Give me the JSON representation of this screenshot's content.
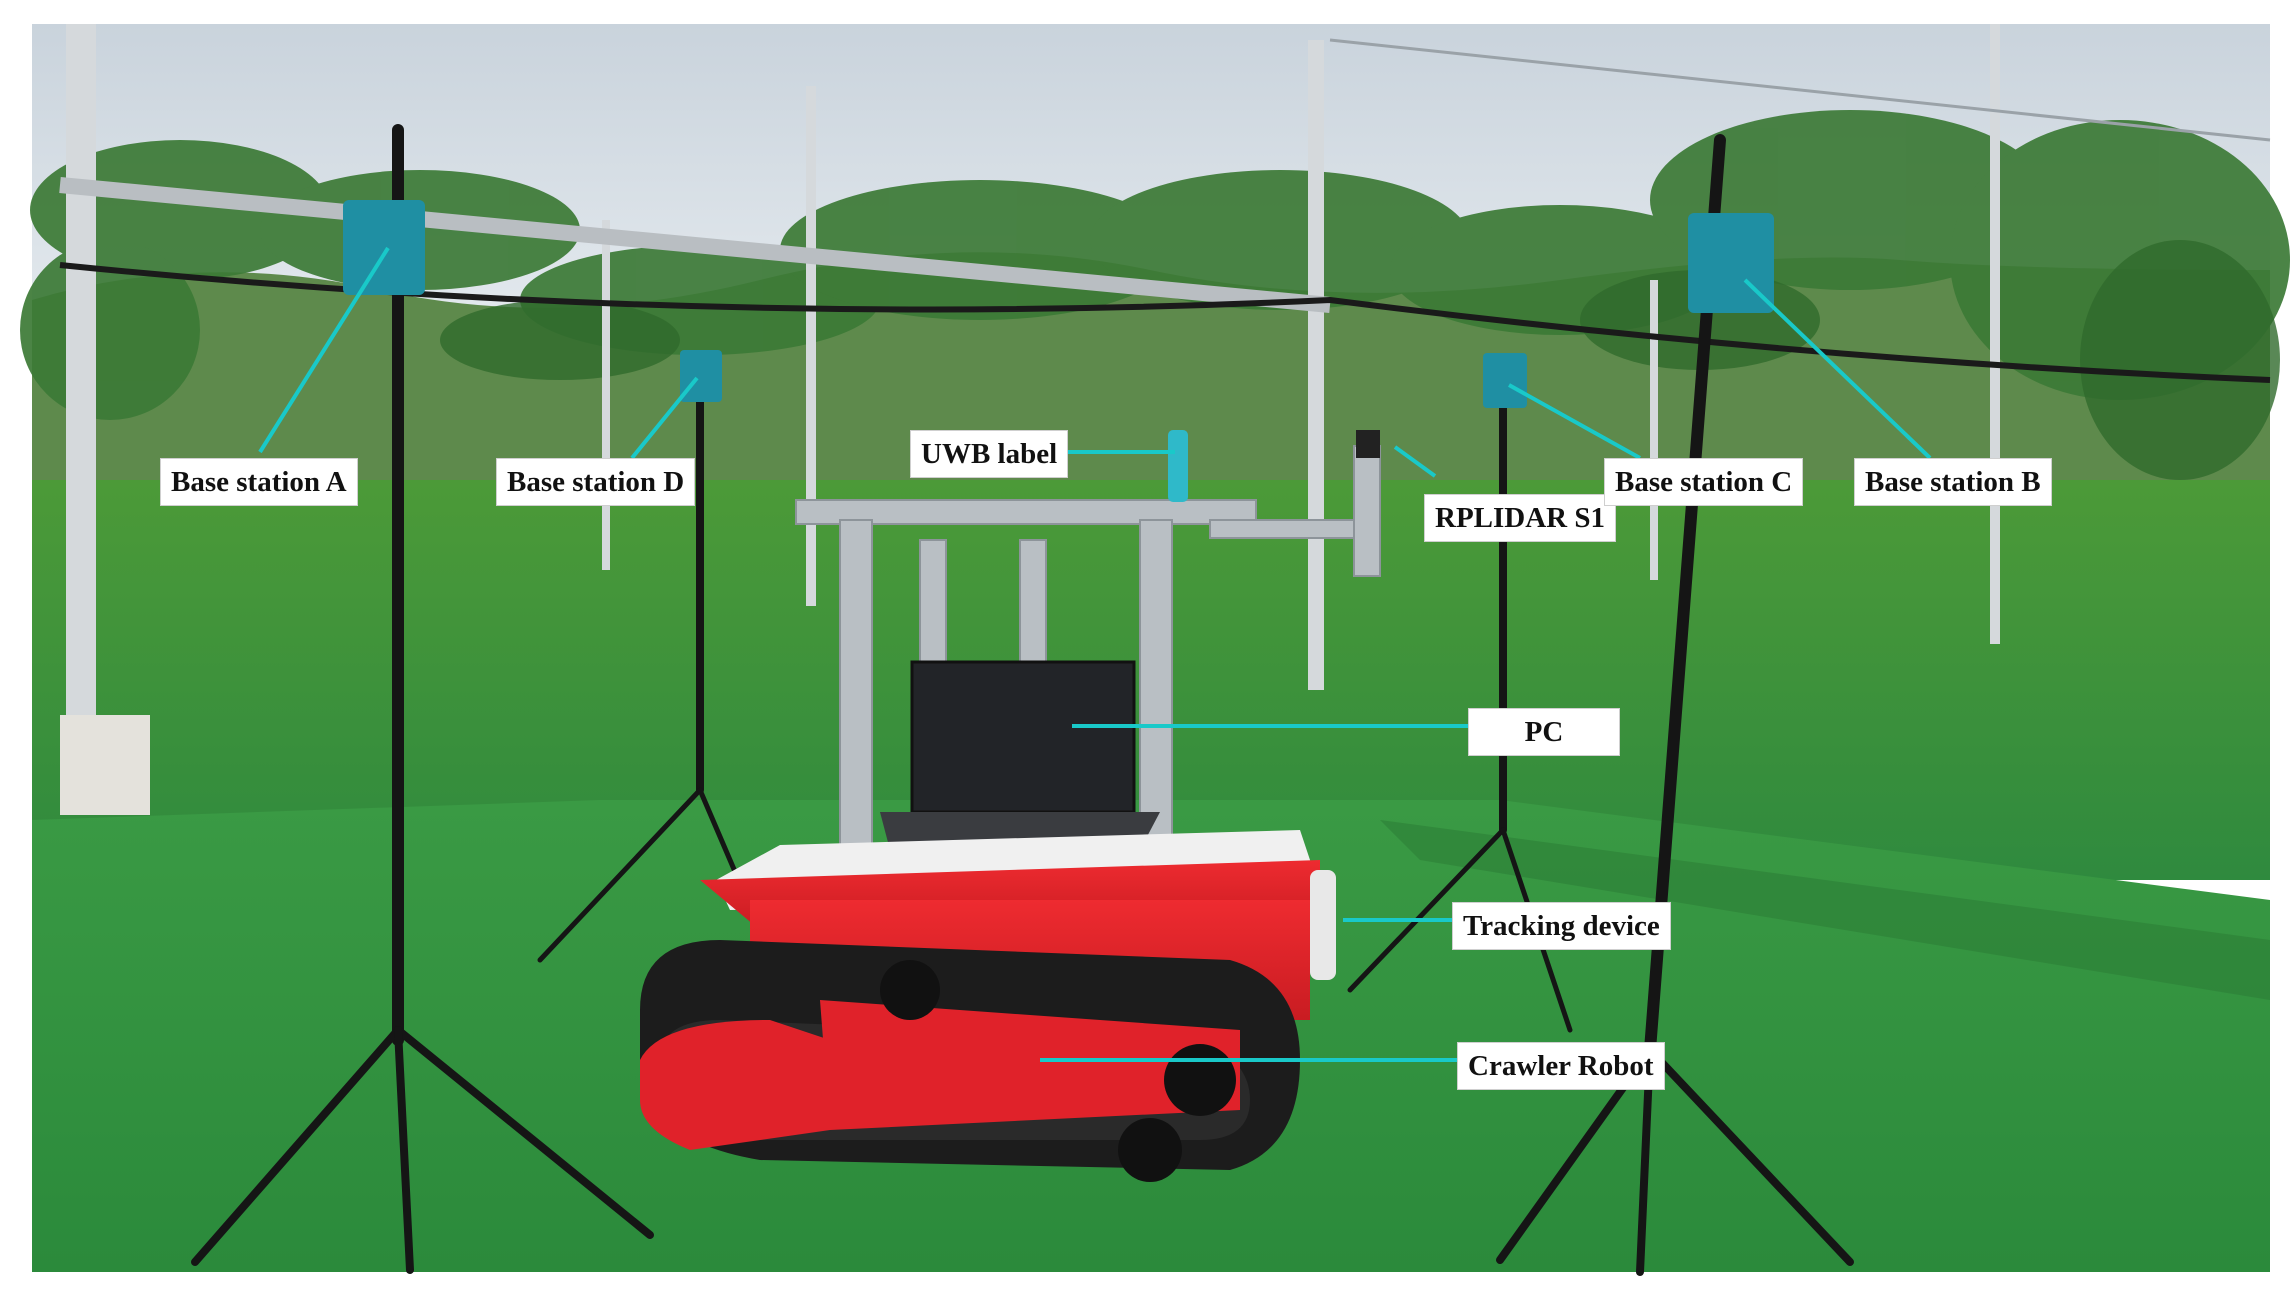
{
  "figure": {
    "labels": {
      "base_station_a": "Base station A",
      "base_station_d": "Base station D",
      "uwb_label": "UWB label",
      "rplidar": "RPLIDAR S1",
      "base_station_c": "Base station C",
      "base_station_b": "Base station B",
      "pc": "PC",
      "tracking_device": "Tracking device",
      "crawler_robot": "Crawler Robot"
    },
    "colors": {
      "leader_line": "#19c9c9",
      "base_station": "#1f8fa3",
      "robot_red": "#e0222a",
      "grass": "#3f9a3a",
      "sky": "#dde4ea"
    }
  }
}
